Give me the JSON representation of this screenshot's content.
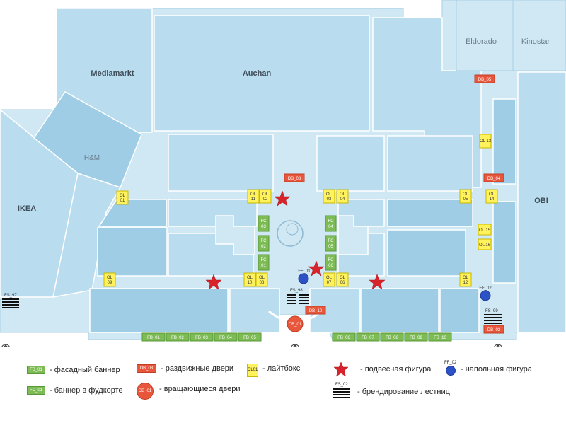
{
  "colors": {
    "floor": "#cfe8f4",
    "block": "#b9dcef",
    "store": "#9fcde6",
    "outline": "#ffffff",
    "green": "#7dbb55",
    "red": "#e8573c",
    "yellow": "#fff25c",
    "blue": "#2d52c8",
    "star": "#d9232b"
  },
  "stores": {
    "mediamarkt": "Mediamarkt",
    "auchan": "Auchan",
    "hm": "H&M",
    "ikea": "IKEA",
    "obi": "OBI",
    "eldorado": "Eldorado",
    "kinostar": "Kinostar"
  },
  "markers": {
    "ol_01": [
      "OL",
      "01"
    ],
    "ol_11": [
      "OL",
      "11"
    ],
    "ol_02": [
      "OL",
      "02"
    ],
    "ol_03": [
      "OL",
      "03"
    ],
    "ol_04": [
      "OL",
      "04"
    ],
    "ol_05": [
      "OL",
      "05"
    ],
    "ol_13": [
      "OL",
      "13"
    ],
    "ol_14": [
      "OL",
      "14"
    ],
    "ol_15": [
      "OL",
      "15"
    ],
    "ol_16": [
      "OL",
      "16"
    ],
    "ol_09": [
      "OL",
      "09"
    ],
    "ol_10": [
      "OL",
      "10"
    ],
    "ol_08": [
      "OL",
      "08"
    ],
    "ol_07": [
      "OL",
      "07"
    ],
    "ol_06": [
      "OL",
      "06"
    ],
    "ol_12": [
      "OL",
      "12"
    ],
    "fc_03": [
      "FC",
      "03"
    ],
    "fc_02": [
      "FC",
      "02"
    ],
    "fc_01": [
      "FC",
      "01"
    ],
    "fc_04": [
      "FC",
      "04"
    ],
    "fc_05": [
      "FC",
      "05"
    ],
    "fc_06": [
      "FC",
      "06"
    ],
    "db_03": "DB_03",
    "db_04": "DB_04",
    "db_05": "DB_05",
    "db_10": "DB_10",
    "db_02": "DB_02",
    "db_01": "DB_01",
    "ff_01": "FF_01",
    "ff_02": "FF_02",
    "fs_97": "FS_97",
    "fs_98": "FS_98",
    "fs_99": "FS_99",
    "fb": [
      "FB_01",
      "FB_02",
      "FB_03",
      "FB_04",
      "FB_05",
      "FB_06",
      "FB_07",
      "FB_08",
      "FB_09",
      "FB_10"
    ]
  },
  "legend": {
    "fb_swatch": "FB_01",
    "fb_label": "- фасадный баннер",
    "fc_swatch": "FC_01",
    "fc_label": "- баннер в фудкорте",
    "db_swatch": "DB_03",
    "db_label": "- раздвижные двери",
    "db01_swatch": "DB_01",
    "db01_label": "- вращающиеся двери",
    "ol_swatch": [
      "OL",
      "01"
    ],
    "ol_label": "- лайтбокс",
    "star_label": "- подвесная фигура",
    "ff_swatch": "FF_02",
    "ff_label": "- напольная фигура",
    "fs_swatch": "FS_02",
    "fs_label": "- брендирование лестниц"
  }
}
